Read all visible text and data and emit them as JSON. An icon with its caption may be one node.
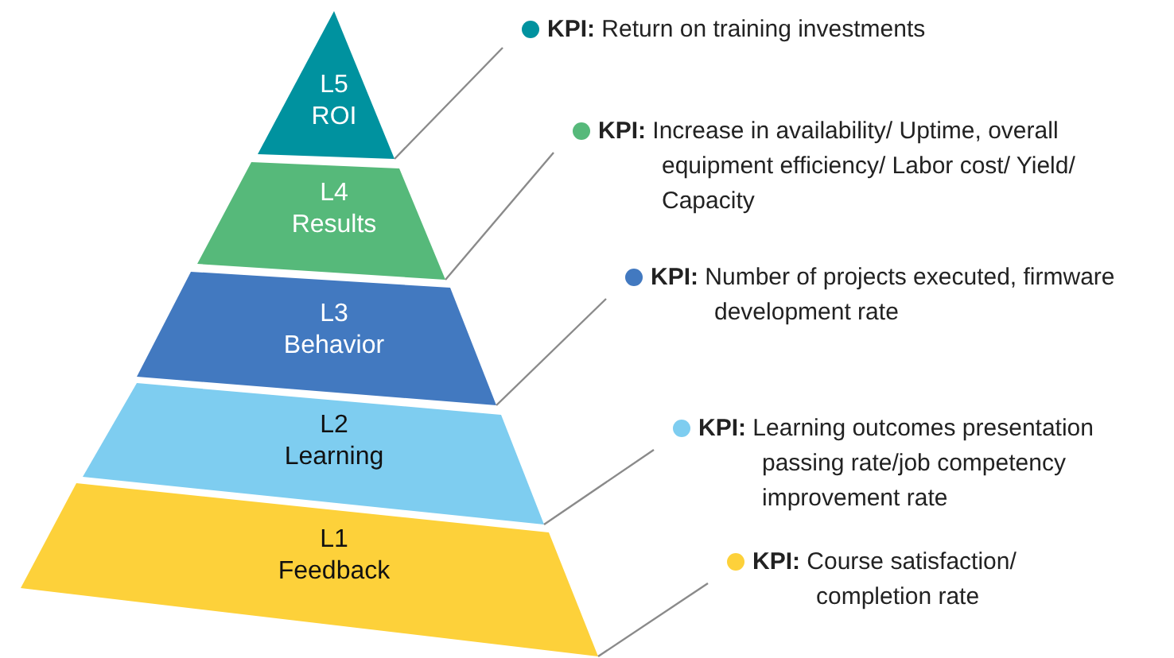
{
  "diagram": {
    "nodes": [
      {
        "text": [
          "L5",
          "ROI"
        ]
      },
      {
        "text": [
          "L4",
          "Results"
        ]
      },
      {
        "text": [
          "L3",
          "Behavior"
        ]
      },
      {
        "text": [
          "L2",
          "Learning"
        ]
      },
      {
        "text": [
          "L1",
          "Feedback"
        ]
      },
      {
        "text": [
          "**KPI:** Return on training investments"
        ]
      },
      {
        "text": [
          "**KPI:** Increase in availability/ Uptime, overall equipment efficiency/ Labor cost/ Yield/ Capacity"
        ]
      },
      {
        "text": [
          "**KPI:** Number of projects executed, firmware development rate"
        ]
      },
      {
        "text": [
          "**KPI:** Learning outcomes presentation passing rate/job competency improvement rate"
        ]
      },
      {
        "text": [
          "**KPI:** Course satisfaction/ completion rate"
        ]
      }
    ],
    "edges": [
      {
        "from": 5,
        "to": 0,
        "arrow": "none"
      },
      {
        "from": 6,
        "to": 1,
        "arrow": "none"
      },
      {
        "from": 7,
        "to": 2,
        "arrow": "none"
      },
      {
        "from": 8,
        "to": 3,
        "arrow": "none"
      },
      {
        "from": 9,
        "to": 4,
        "arrow": "none"
      }
    ]
  }
}
